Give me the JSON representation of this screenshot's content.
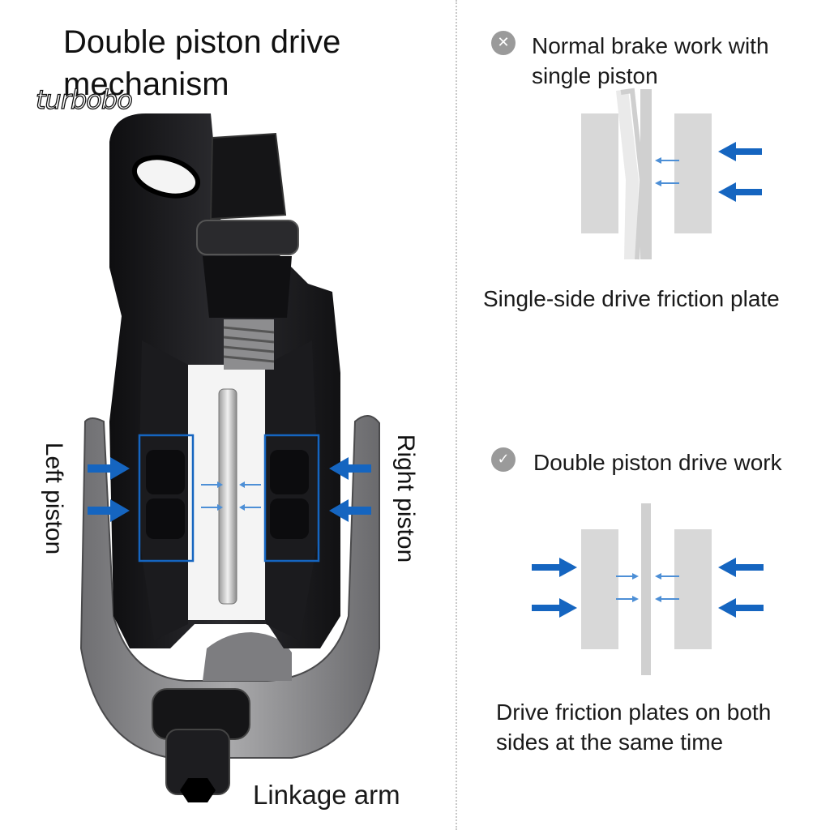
{
  "left_panel": {
    "title_line1": "Double piston drive",
    "title_line2": "mechanism",
    "watermark": "turbobo",
    "left_piston_label": "Left piston",
    "right_piston_label": "Right piston",
    "linkage_label": "Linkage arm"
  },
  "right_panel": {
    "single": {
      "badge_icon": "x-icon",
      "heading_line1": "Normal brake work with",
      "heading_line2": "single piston",
      "caption": "Single-side drive friction plate"
    },
    "double": {
      "badge_icon": "check-icon",
      "heading": "Double piston drive work",
      "caption_line1": "Drive friction plates on both",
      "caption_line2": "sides at the same time"
    }
  },
  "colors": {
    "arrow_blue": "#1565c0",
    "small_arrow_blue": "#4d8fd6",
    "pad_gray": "#d8d8d8",
    "caliper_black": "#1c1c1e",
    "bracket_silver": "#8e8e90"
  }
}
